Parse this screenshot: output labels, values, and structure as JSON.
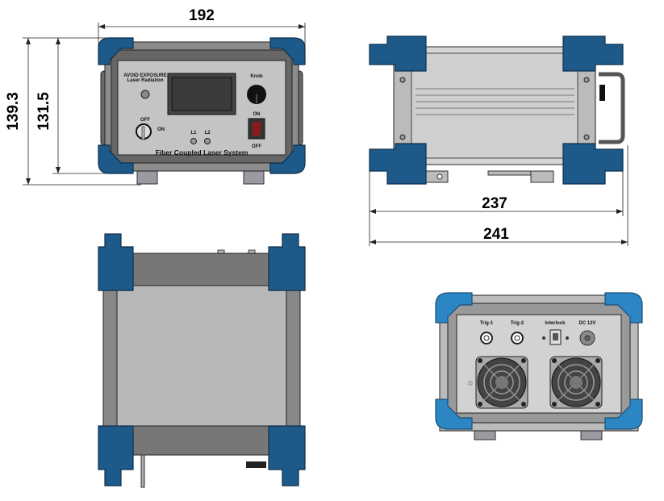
{
  "dimensions": {
    "front_width": "192",
    "front_height_outer": "139.3",
    "front_height_inner": "131.5",
    "side_length_inner": "237",
    "side_length_outer": "241"
  },
  "front_panel": {
    "warning_line1": "AVOID EXPOSURE",
    "warning_line2": "Laser Radiation",
    "key_off": "OFF",
    "key_on": "ON",
    "knob": "Knob",
    "led1": "L1",
    "led2": "L2",
    "power_on": "ON",
    "power_off": "OFF",
    "title": "Fiber Coupled Laser System"
  },
  "rear_panel": {
    "trig1": "Trig-1",
    "trig2": "Trig-2",
    "interlock": "Interlock",
    "dc": "DC 12V"
  },
  "colors": {
    "cap_dark": "#1d5a8a",
    "cap_light": "#2b86c3",
    "frame": "#8c8c8c",
    "panel": "#c4c4c4"
  }
}
